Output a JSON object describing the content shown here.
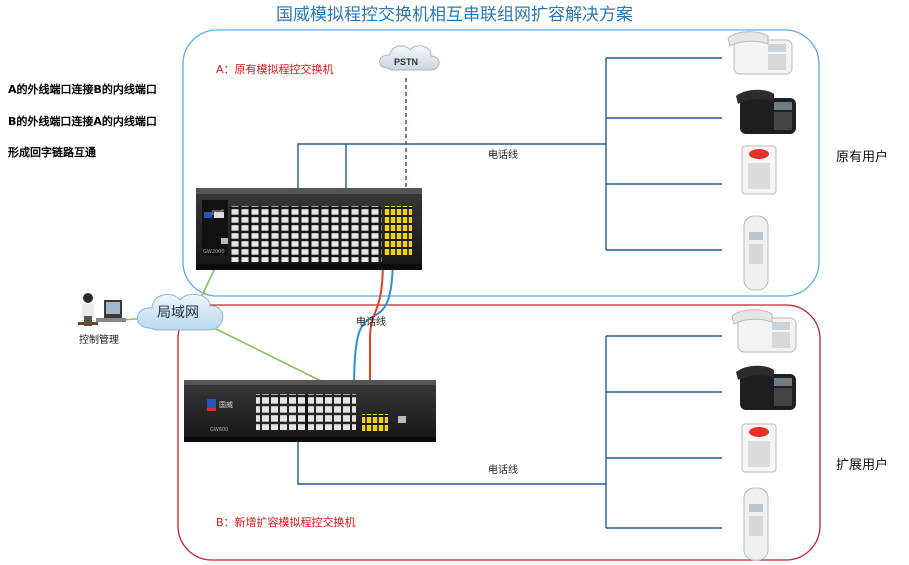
{
  "title": "国威模拟程控交换机相互串联组网扩容解决方案",
  "notes": [
    "A的外线端口连接B的内线端口",
    "B的外线端口连接A的内线端口",
    "形成回字链路互通"
  ],
  "box_a_label": "A：原有模拟程控交换机",
  "box_b_label": "B：新增扩容模拟程控交换机",
  "pstn_label": "PSTN",
  "lan_label": "局域网",
  "pc_label": "控制管理",
  "wire_labels": {
    "top": "电话线",
    "middle": "电话线",
    "bottom": "电话线"
  },
  "group_labels": {
    "existing": "原有用户",
    "extended": "扩展用户"
  },
  "brand_text": "国威",
  "model_a": "GW2000",
  "model_b": "GW600",
  "colors": {
    "title": "#2a78b8",
    "box_a_border": "#5aaee0",
    "box_b_border": "#c8202a",
    "box_label": "#e8141b",
    "phone_line": "#1d5d96",
    "lan_line": "#86c25a",
    "pstn_line": "#7a3fb0",
    "cross_blue": "#2d8fd8",
    "cross_red": "#e8401c"
  }
}
